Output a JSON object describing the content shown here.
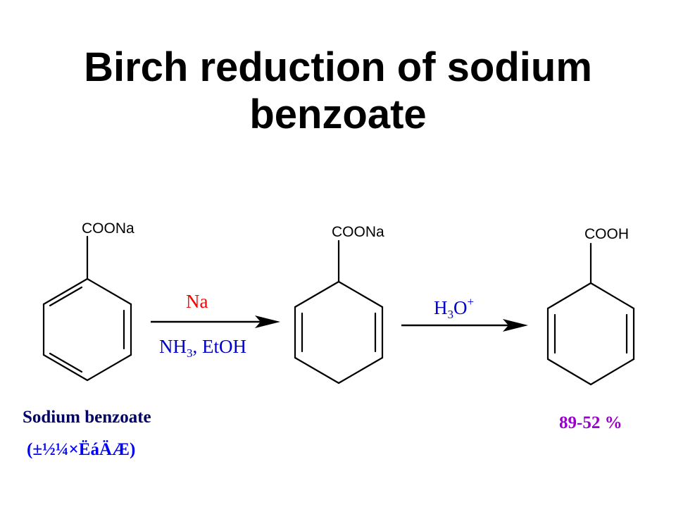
{
  "title": {
    "line1": "Birch reduction of sodium",
    "line2": "benzoate"
  },
  "compounds": {
    "reactant": {
      "group": "COONa",
      "name": "Sodium benzoate",
      "name_garbled": "(±½¼×ËáÄÆ)"
    },
    "intermediate": {
      "group": "COONa"
    },
    "product": {
      "group": "COOH",
      "yield": "89-52 %"
    }
  },
  "step1": {
    "reagent_top": "Na",
    "reagent_bottom_nh": "NH",
    "reagent_bottom_sub": "3",
    "reagent_bottom_rest": ",  EtOH"
  },
  "step2": {
    "reagent_h": "H",
    "reagent_sub": "3",
    "reagent_o": "O",
    "reagent_sup": "+"
  },
  "colors": {
    "na_reagent": "#ff0000",
    "blue_reagents": "#0000cc",
    "caption": "#000066",
    "garbled": "#0000ff",
    "yield": "#9900cc"
  }
}
